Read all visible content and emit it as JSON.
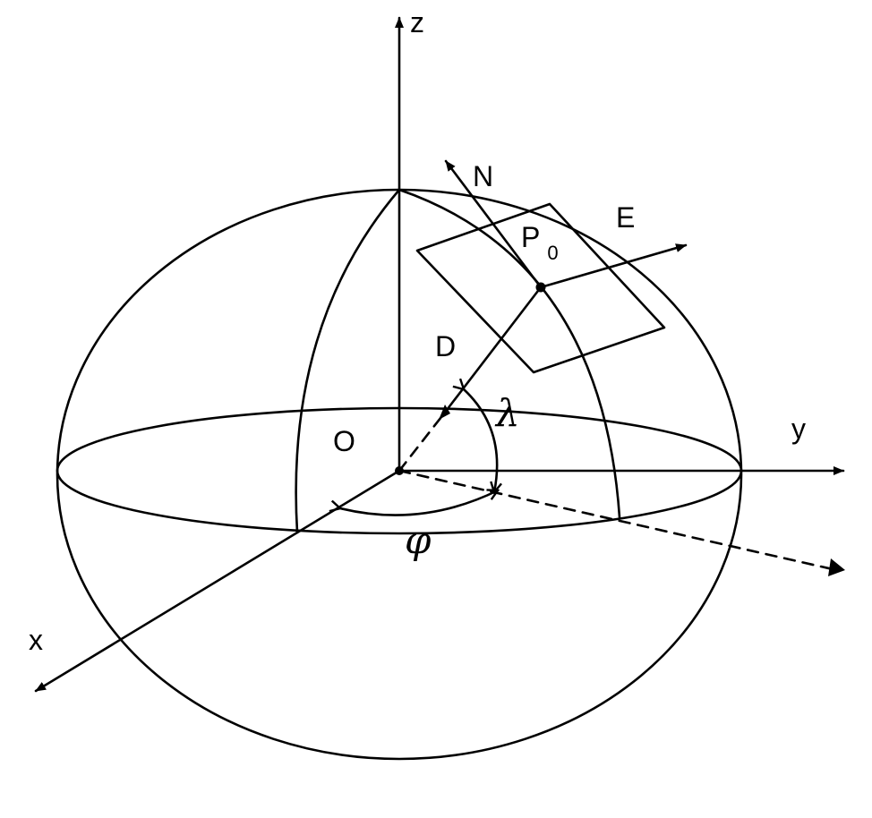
{
  "labels": {
    "z_axis": "z",
    "y_axis": "y",
    "x_axis": "x",
    "origin": "O",
    "north": "N",
    "east": "E",
    "point": "P",
    "point_subscript": "0",
    "distance": "D",
    "lambda": "λ",
    "phi": "φ"
  },
  "colors": {
    "stroke": "#000000",
    "background": "#ffffff"
  }
}
